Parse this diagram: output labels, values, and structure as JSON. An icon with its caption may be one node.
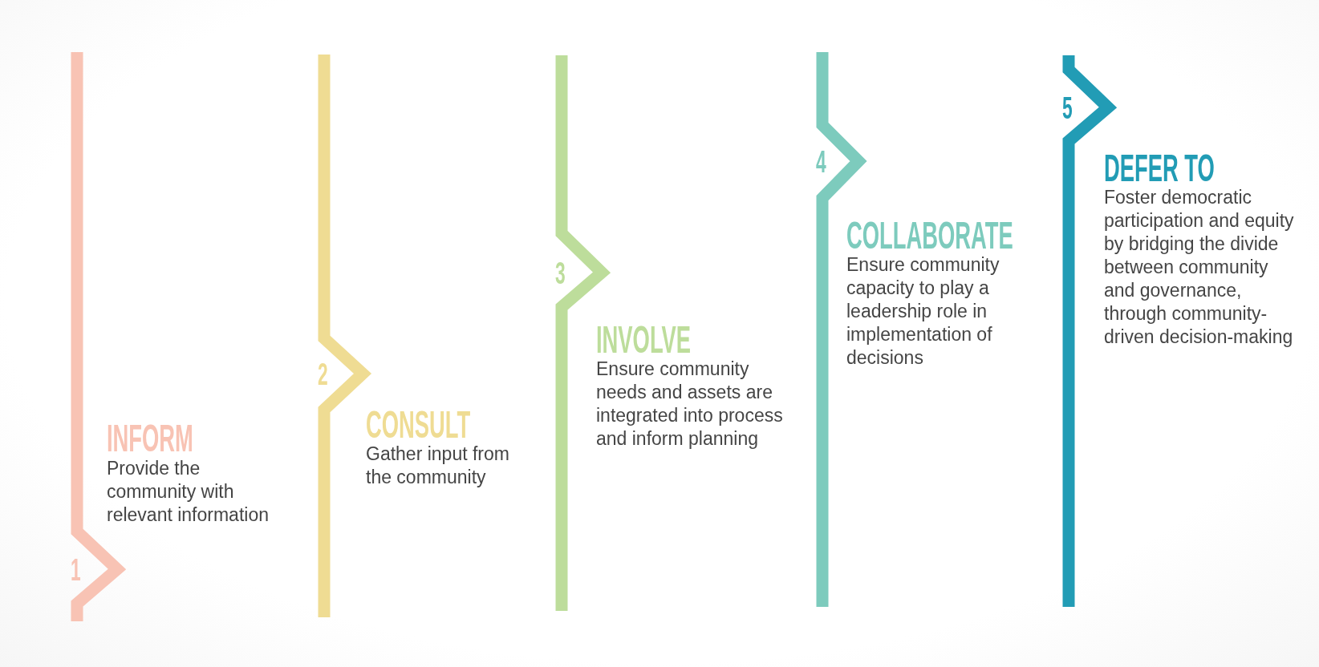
{
  "diagram": {
    "nodes": [
      {
        "text": [
          "1",
          "INFORM",
          "Provide the community with relevant information"
        ]
      },
      {
        "text": [
          "2",
          "CONSULT",
          "Gather input from the community"
        ]
      },
      {
        "text": [
          "3",
          "INVOLVE",
          "Ensure community needs and assets are integrated into process and inform planning"
        ]
      },
      {
        "text": [
          "4",
          "COLLABORATE",
          "Ensure community capacity to play a leadership role in implementation of decisions"
        ]
      },
      {
        "text": [
          "5",
          "DEFER TO",
          "Foster democratic participation and equity by bridging the divide between community and governance, through community-driven decision-making"
        ]
      }
    ]
  }
}
